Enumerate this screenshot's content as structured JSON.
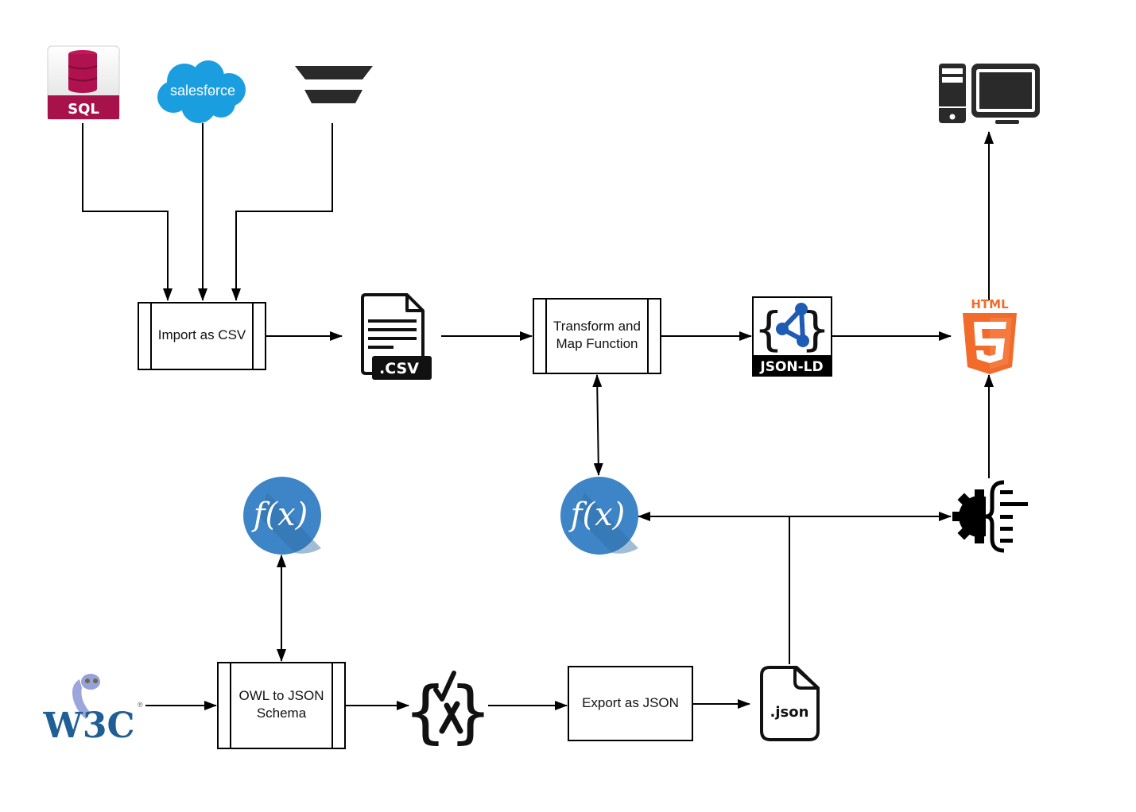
{
  "diagram": {
    "title": "OWL to JSON-LD data pipeline",
    "colors": {
      "line": "#000000",
      "sql_red": "#a8124a",
      "salesforce_blue": "#1a9ee0",
      "html5_orange": "#f26b2a",
      "jsonld_blue": "#1e5bb5",
      "fx_blue": "#3d85c6",
      "w3c_blue": "#1f5f96",
      "dark_icon": "#2a2a2a"
    },
    "sources": [
      {
        "id": "sql",
        "label": "SQL",
        "icon": "sql-database-icon"
      },
      {
        "id": "salesforce",
        "label": "salesforce",
        "icon": "salesforce-cloud-icon"
      },
      {
        "id": "zendesk",
        "label": "",
        "icon": "funnel-stripes-icon"
      }
    ],
    "processes": {
      "import_csv": {
        "label": "Import as CSV"
      },
      "transform": {
        "line1": "Transform and",
        "line2": "Map Function"
      },
      "owl_to_json": {
        "line1": "OWL to JSON",
        "line2": "Schema"
      },
      "export_json": {
        "label": "Export as JSON"
      }
    },
    "files": {
      "csv": {
        "label": ".CSV"
      },
      "json": {
        "label": ".json"
      },
      "jsonld": {
        "label": "JSON-LD"
      },
      "html5": {
        "label": "HTML",
        "digit": "5"
      }
    },
    "functions": {
      "fx_top": {
        "label": "f(x)"
      },
      "fx_bottom": {
        "label": "f(x)"
      }
    },
    "w3c": {
      "label": "W3C",
      "registered": "®"
    },
    "schema_validator": {
      "left": "{",
      "right": "}",
      "check": "✓",
      "cross": "X"
    },
    "edges": [
      {
        "from": "sql",
        "to": "import_csv"
      },
      {
        "from": "salesforce",
        "to": "import_csv"
      },
      {
        "from": "zendesk",
        "to": "import_csv"
      },
      {
        "from": "import_csv",
        "to": "csv"
      },
      {
        "from": "csv",
        "to": "transform"
      },
      {
        "from": "transform",
        "to": "jsonld"
      },
      {
        "from": "jsonld",
        "to": "html5"
      },
      {
        "from": "html5",
        "to": "computer"
      },
      {
        "from": "transform",
        "to": "fx_top",
        "bidirectional": true
      },
      {
        "from": "json",
        "to": "fx_top"
      },
      {
        "from": "json",
        "to": "gear_code"
      },
      {
        "from": "gear_code",
        "to": "html5"
      },
      {
        "from": "w3c",
        "to": "owl_to_json"
      },
      {
        "from": "owl_to_json",
        "to": "fx_bottom",
        "bidirectional": true
      },
      {
        "from": "owl_to_json",
        "to": "schema_validator"
      },
      {
        "from": "schema_validator",
        "to": "export_json"
      },
      {
        "from": "export_json",
        "to": "json"
      }
    ]
  }
}
